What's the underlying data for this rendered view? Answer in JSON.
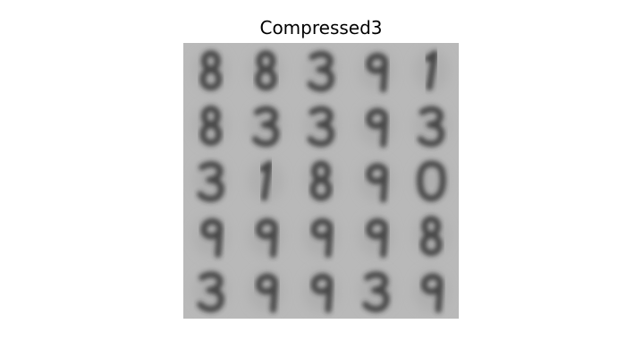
{
  "figure": {
    "title": "Compressed3",
    "background_color": "#b9b9b9"
  },
  "digit_grid": {
    "rows": 5,
    "cols": 5,
    "cells": [
      [
        "8",
        "8",
        "3",
        "9",
        "1"
      ],
      [
        "8",
        "3",
        "3",
        "9",
        "3"
      ],
      [
        "3",
        "1",
        "8",
        "9",
        "0"
      ],
      [
        "9",
        "9",
        "9",
        "9",
        "8"
      ],
      [
        "3",
        "9",
        "9",
        "3",
        "9"
      ]
    ]
  }
}
